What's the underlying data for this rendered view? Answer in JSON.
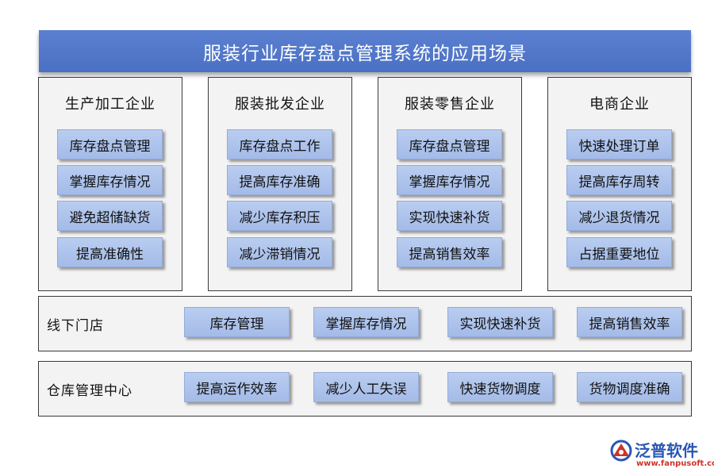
{
  "title": "服装行业库存盘点管理系统的应用场景",
  "columns": [
    {
      "title": "生产加工企业",
      "items": [
        "库存盘点管理",
        "掌握库存情况",
        "避免超储缺货",
        "提高准确性"
      ]
    },
    {
      "title": "服装批发企业",
      "items": [
        "库存盘点工作",
        "提高库存准确",
        "减少库存积压",
        "减少滞销情况"
      ]
    },
    {
      "title": "服装零售企业",
      "items": [
        "库存盘点管理",
        "掌握库存情况",
        "实现快速补货",
        "提高销售效率"
      ]
    },
    {
      "title": "电商企业",
      "items": [
        "快速处理订单",
        "提高库存周转",
        "减少退货情况",
        "占据重要地位"
      ]
    }
  ],
  "rows": [
    {
      "title": "线下门店",
      "items": [
        "库存管理",
        "掌握库存情况",
        "实现快速补货",
        "提高销售效率"
      ]
    },
    {
      "title": "仓库管理中心",
      "items": [
        "提高运作效率",
        "减少人工失误",
        "快速货物调度",
        "货物调度准确"
      ]
    }
  ],
  "logo": {
    "name": "泛普软件",
    "url": "www.fanpusoft.com"
  },
  "colors": {
    "title_bar": "#4a70c4",
    "item_fill": "#a9bfea",
    "panel_fill": "#f3f3f3",
    "logo_blue": "#2a56b5",
    "logo_red": "#d0322a"
  }
}
